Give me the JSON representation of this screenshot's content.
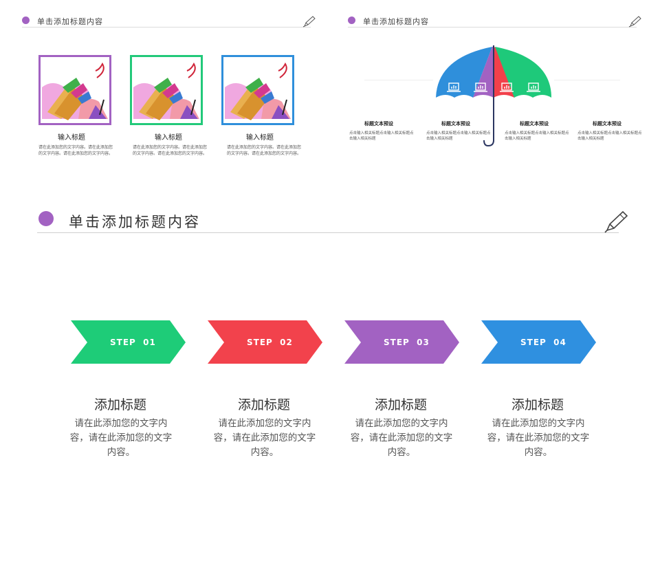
{
  "panel_left": {
    "title": "单击添加标题内容",
    "cards": [
      {
        "title": "输入标题",
        "body": "请在此添加您的文字内容。请在此添加您的文字内容。请在此添加您的文字内容。",
        "border_color": "#a262c2"
      },
      {
        "title": "输入标题",
        "body": "请在此添加您的文字内容。请在此添加您的文字内容。请在此添加您的文字内容。",
        "border_color": "#22c97a"
      },
      {
        "title": "输入标题",
        "body": "请在此添加您的文字内容。请在此添加您的文字内容。请在此添加您的文字内容。",
        "border_color": "#2f8fdb"
      }
    ]
  },
  "panel_right": {
    "title": "单击添加标题内容",
    "umbrella_colors": [
      "#2f8fdb",
      "#a262c2",
      "#f2404a",
      "#1ec97a"
    ],
    "items": [
      {
        "title": "标题文本预设",
        "body": "点击输入相关标题点击输入相关标题点击输入相关标题"
      },
      {
        "title": "标题文本预设",
        "body": "点击输入相关标题点击输入相关标题点击输入相关标题"
      },
      {
        "title": "标题文本预设",
        "body": "点击输入相关标题点击输入相关标题点击输入相关标题"
      },
      {
        "title": "标题文本预设",
        "body": "点击输入相关标题点击输入相关标题点击输入相关标题"
      }
    ]
  },
  "panel_bottom": {
    "title": "单击添加标题内容",
    "steps": [
      {
        "label": "STEP  01",
        "color": "#1ecc78",
        "title": "添加标题",
        "body": "请在此添加您的文字内容，请在此添加您的文字内容。"
      },
      {
        "label": "STEP  02",
        "color": "#f2424c",
        "title": "添加标题",
        "body": "请在此添加您的文字内容，请在此添加您的文字内容。"
      },
      {
        "label": "STEP  03",
        "color": "#a262c2",
        "title": "添加标题",
        "body": "请在此添加您的文字内容，请在此添加您的文字内容。"
      },
      {
        "label": "STEP  04",
        "color": "#2f90e0",
        "title": "添加标题",
        "body": "请在此添加您的文字内容，请在此添加您的文字内容。"
      }
    ]
  },
  "icons": {
    "pen": "pen-icon",
    "chart": "bar-chart-icon",
    "dot": "bullet-dot-icon"
  }
}
